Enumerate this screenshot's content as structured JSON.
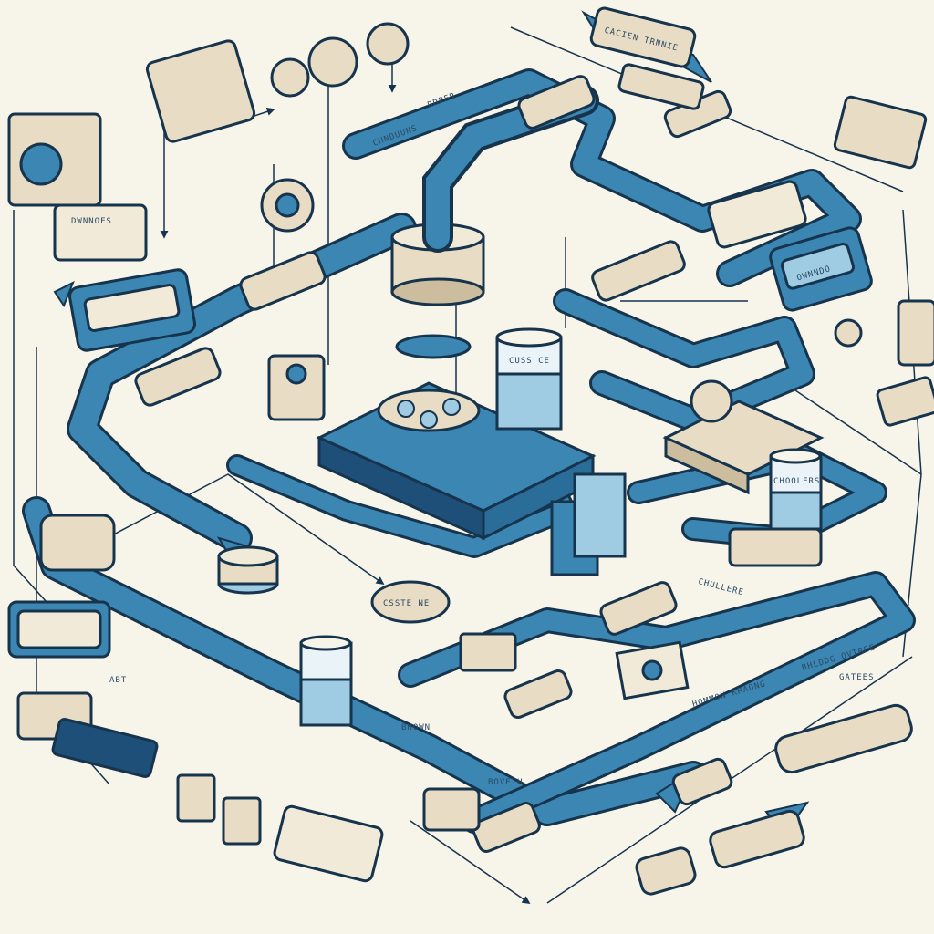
{
  "labels": {
    "top_banner": "CACIEN TRNNIE",
    "pipe_top": "RDPER",
    "pipe_upper_left": "CHNDUUNS",
    "panel_left": "DWNNOES",
    "panel_right_teal": "OWNNDO",
    "jar_center": "CUSS CE",
    "jar_right": "CHOOLERS",
    "flow_mid_right": "CHULLERE",
    "flow_lower_right": "BHLDDG OVTREE",
    "flow_bottom_right": "GATEES",
    "flow_bottom_center": "BHOWN",
    "flow_bottom_center2": "BOVETH",
    "flow_bottom_label": "HOMMON KRAONG",
    "flow_left_label": "ABT",
    "pill_center": "CSSTE NE"
  },
  "colors": {
    "background": "#f7f4ea",
    "pipe_blue": "#3b86b3",
    "pipe_dark": "#1e4f78",
    "outline": "#17344d",
    "beige": "#e8dcc5",
    "accent_light": "#9fcbe3"
  }
}
